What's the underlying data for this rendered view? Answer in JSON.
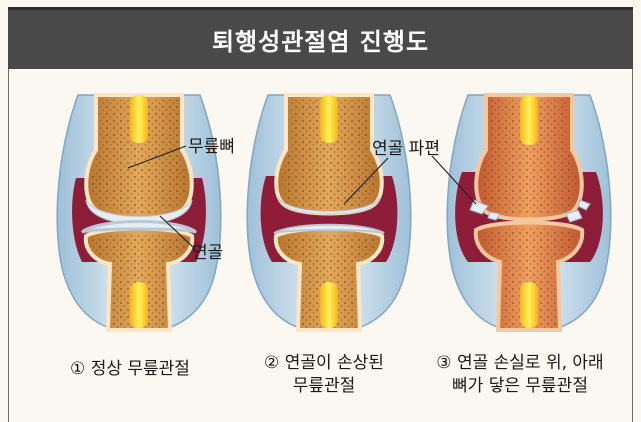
{
  "title": "퇴행성관절염 진행도",
  "labels": {
    "bone": "무릎뼈",
    "cartilage": "연골",
    "fragments": "연골 파편"
  },
  "stages": [
    {
      "line1": "① 정상 무릎관절",
      "line2": ""
    },
    {
      "line1": "② 연골이 손상된",
      "line2": "무릎관절"
    },
    {
      "line1": "③ 연골 손실로 위, 아래",
      "line2": "뼈가 닿은 무릎관절"
    }
  ],
  "colors": {
    "header_bg": "#494949",
    "capsule": "#cfe1ee",
    "synovium": "#8e1d3a",
    "bone": "#d99a4c",
    "marrow": "#f4d21c",
    "cartilage": "#e6eef3"
  }
}
